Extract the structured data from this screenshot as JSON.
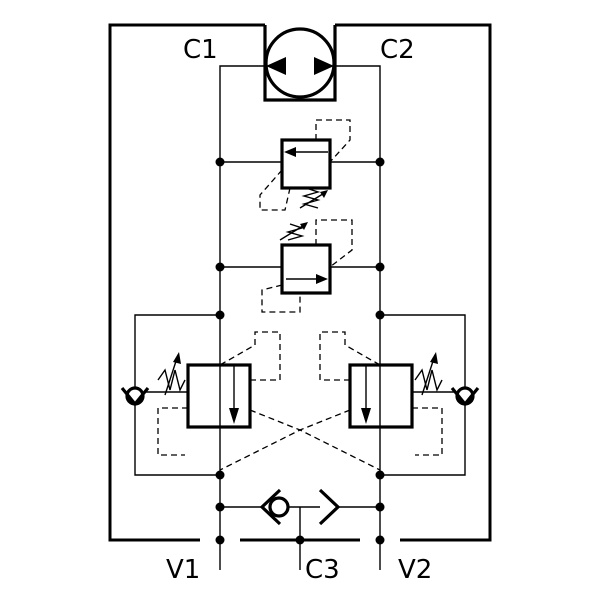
{
  "labels": {
    "c1": "C1",
    "c2": "C2",
    "v1": "V1",
    "v2": "V2",
    "c3": "C3"
  },
  "colors": {
    "line": "#000000",
    "background": "#ffffff"
  }
}
